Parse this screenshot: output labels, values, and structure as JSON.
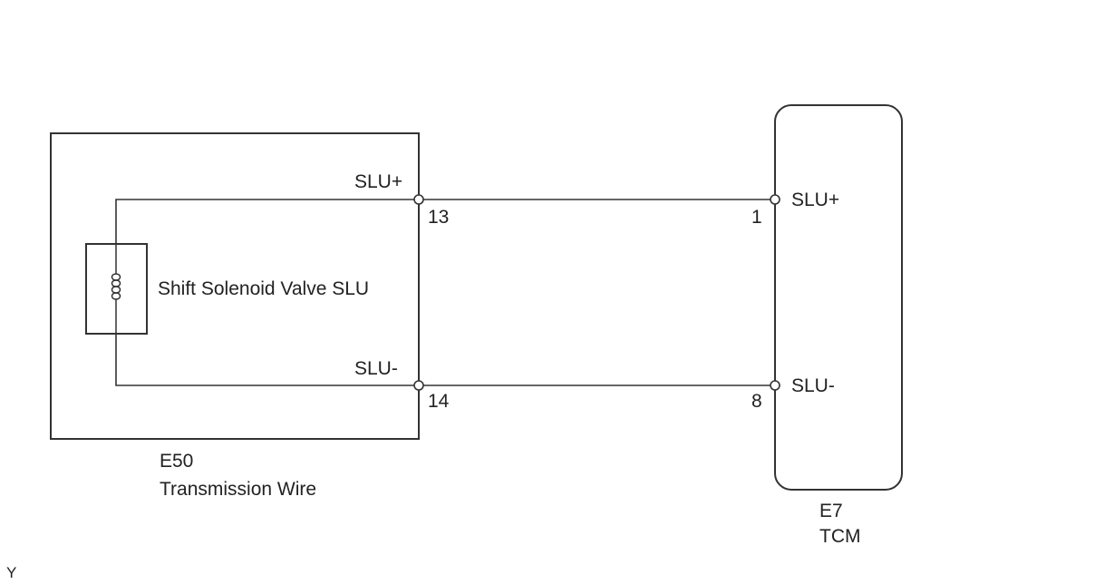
{
  "colors": {
    "line": "#333333",
    "text": "#222222",
    "background": "#ffffff"
  },
  "component_left": {
    "connector_id": "E50",
    "name": "Transmission Wire",
    "device_label": "Shift Solenoid Valve SLU",
    "device_icon": "coil-icon",
    "pins": [
      {
        "signal": "SLU+",
        "number": "13"
      },
      {
        "signal": "SLU-",
        "number": "14"
      }
    ]
  },
  "component_right": {
    "connector_id": "E7",
    "name": "TCM",
    "pins": [
      {
        "signal": "SLU+",
        "number": "1"
      },
      {
        "signal": "SLU-",
        "number": "8"
      }
    ]
  },
  "corner_mark": "Y"
}
